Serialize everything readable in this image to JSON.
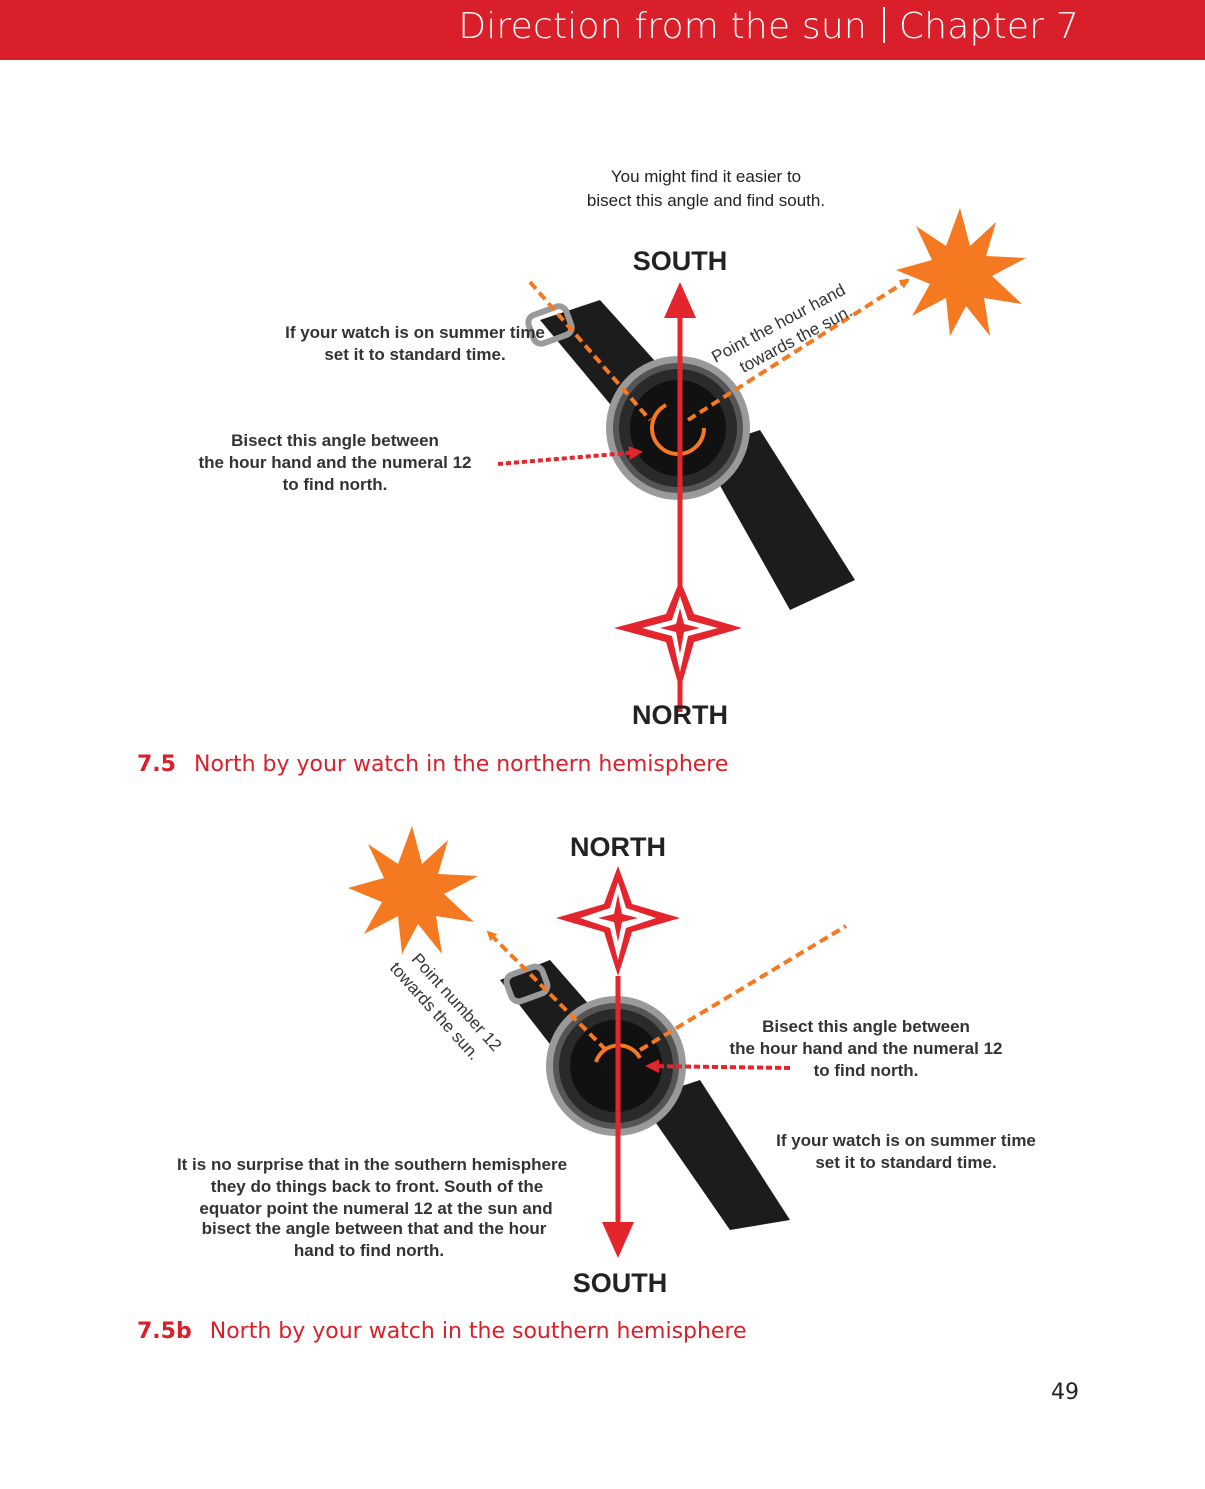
{
  "header": {
    "section": "Direction from the sun",
    "chapter": "Chapter 7"
  },
  "figure_1": {
    "tip_line1": "You might find it easier to",
    "tip_line2": "bisect this angle and find south.",
    "south_label": "SOUTH",
    "north_label": "NORTH",
    "summer_line1": "If your watch is on summer time",
    "summer_line2": "set it to standard time.",
    "hour_hand_line1": "Point the hour hand",
    "hour_hand_line2": "towards the sun.",
    "bisect_line1": "Bisect this angle between",
    "bisect_line2": "the hour hand and the numeral 12",
    "bisect_line3": "to find north.",
    "caption_number": "7.5",
    "caption_text": "North by your watch in the northern hemisphere"
  },
  "figure_2": {
    "north_label": "NORTH",
    "south_label": "SOUTH",
    "point_line1": "Point number 12",
    "point_line2": "towards the sun.",
    "bisect_line1": "Bisect this angle between",
    "bisect_line2": "the hour hand and the numeral 12",
    "bisect_line3": "to find north.",
    "summer_line1": "If your watch is on summer time",
    "summer_line2": "set it to standard time.",
    "south_hemi_line1": "It is no surprise that in the southern hemisphere",
    "south_hemi_line2": "they do things back to front. South of the",
    "south_hemi_line3": "equator point the numeral 12 at the sun and",
    "south_hemi_line4": "bisect the angle between that and the hour",
    "south_hemi_line5": "hand to find north.",
    "caption_number": "7.5b",
    "caption_text": "North by your watch in the southern hemisphere"
  },
  "page_number": "49",
  "colors": {
    "header_red": "#d9202a",
    "arrow_red": "#e3262e",
    "sun_orange": "#f47920",
    "strap_black": "#1c1c1c"
  }
}
